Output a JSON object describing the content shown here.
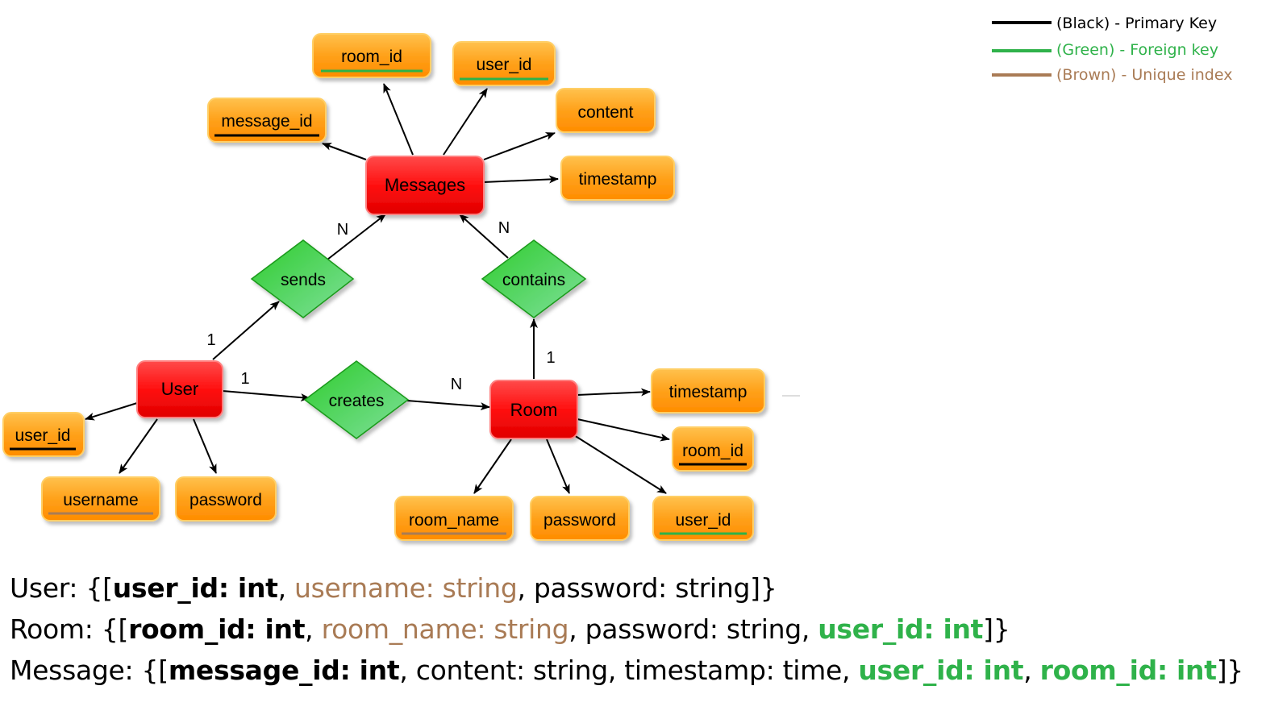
{
  "legend": [
    {
      "label": "(Black) - Primary Key",
      "color": "#000000"
    },
    {
      "label": "(Green) - Foreign key",
      "color": "#2fb24a"
    },
    {
      "label": "(Brown) - Unique index",
      "color": "#a97b55"
    }
  ],
  "colors": {
    "primary_key": "#000000",
    "foreign_key": "#2fb24a",
    "unique_index": "#a97b55",
    "entity_fill": "#ff1a1a",
    "attribute_fill": "#ffa21a",
    "relationship_fill": "#44dd44"
  },
  "entities": {
    "messages": "Messages",
    "user": "User",
    "room": "Room"
  },
  "relationships": {
    "sends": "sends",
    "contains": "contains",
    "creates": "creates"
  },
  "attributes": {
    "msg_room_id": {
      "label": "room_id",
      "key": "foreign"
    },
    "msg_user_id": {
      "label": "user_id",
      "key": "foreign"
    },
    "msg_message_id": {
      "label": "message_id",
      "key": "primary"
    },
    "msg_content": {
      "label": "content",
      "key": "none"
    },
    "msg_timestamp": {
      "label": "timestamp",
      "key": "none"
    },
    "user_user_id": {
      "label": "user_id",
      "key": "primary"
    },
    "user_username": {
      "label": "username",
      "key": "unique"
    },
    "user_password": {
      "label": "password",
      "key": "none"
    },
    "room_timestamp": {
      "label": "timestamp",
      "key": "none"
    },
    "room_room_id": {
      "label": "room_id",
      "key": "primary"
    },
    "room_room_name": {
      "label": "room_name",
      "key": "unique"
    },
    "room_password": {
      "label": "password",
      "key": "none"
    },
    "room_user_id": {
      "label": "user_id",
      "key": "foreign"
    }
  },
  "cardinalities": {
    "sends_messages": "N",
    "contains_messages": "N",
    "user_sends": "1",
    "user_creates": "1",
    "creates_room": "N",
    "room_contains": "1"
  },
  "schema": {
    "user": {
      "prefix": "User: {[",
      "pk": "user_id: int",
      "sep1": ", ",
      "uq": "username: string",
      "rest": ", password: string]}"
    },
    "room": {
      "prefix": "Room: {[",
      "pk": "room_id: int",
      "sep1": ", ",
      "uq": "room_name: string",
      "mid": ", password: string, ",
      "fk": "user_id: int",
      "suffix": "]}"
    },
    "message": {
      "prefix": "Message: {[",
      "pk": "message_id: int",
      "mid": ", content: string, timestamp: time, ",
      "fk1": "user_id: int",
      "sep": ", ",
      "fk2": "room_id: int",
      "suffix": "]}"
    }
  }
}
